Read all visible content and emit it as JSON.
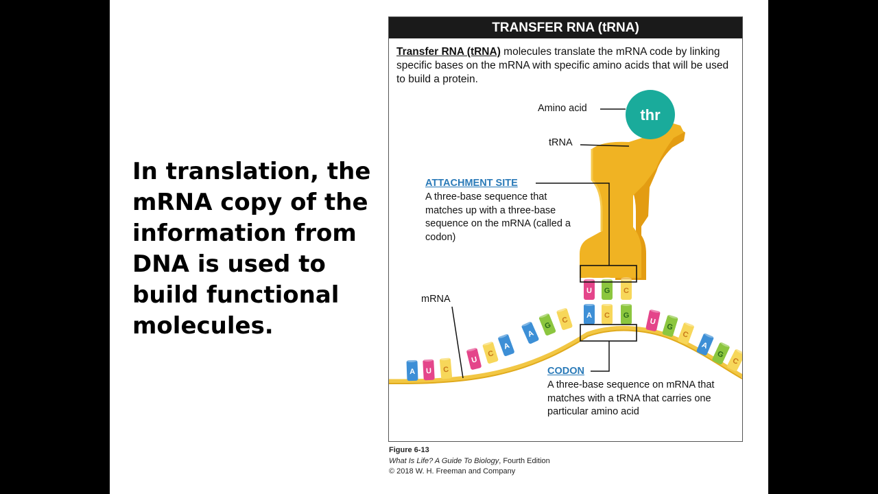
{
  "slide": {
    "main_text": "In translation, the mRNA copy of the information from DNA is used to build functional molecules."
  },
  "figure": {
    "header": "TRANSFER RNA (tRNA)",
    "intro_term": "Transfer RNA (tRNA)",
    "intro_rest": " molecules translate the mRNA code by linking specific bases on the mRNA with specific amino acids that will be used to build a protein.",
    "amino_acid_label": "Amino acid",
    "amino_acid_name": "thr",
    "trna_label": "tRNA",
    "attachment_title": "ATTACHMENT SITE",
    "attachment_desc": "A three-base sequence that matches up with a three-base sequence on the mRNA (called a codon)",
    "mrna_label": "mRNA",
    "codon_title": "CODON",
    "codon_desc": "A three-base sequence on mRNA that matches with a tRNA that carries one particular amino acid",
    "anticodon_bases": [
      "U",
      "G",
      "C"
    ],
    "mrna_bases": [
      "A",
      "U",
      "C",
      "U",
      "C",
      "A",
      "A",
      "G",
      "C",
      "A",
      "C",
      "G",
      "U",
      "G",
      "C",
      "A",
      "G",
      "C"
    ]
  },
  "caption": {
    "figure_number": "Figure 6-13",
    "book_title": "What Is Life? A Guide To Biology",
    "book_edition": ", Fourth Edition",
    "copyright": "© 2018 W. H. Freeman and Company"
  },
  "colors": {
    "background": "#000000",
    "header_bar": "#1a1a1a",
    "trna": "#f0b323",
    "amino_acid": "#1aab9b",
    "link_blue": "#2a7ab8",
    "base_blue": "#3d8fd6",
    "base_pink": "#e4458a",
    "base_yellow": "#f7d75a",
    "base_green": "#8cc63f"
  }
}
